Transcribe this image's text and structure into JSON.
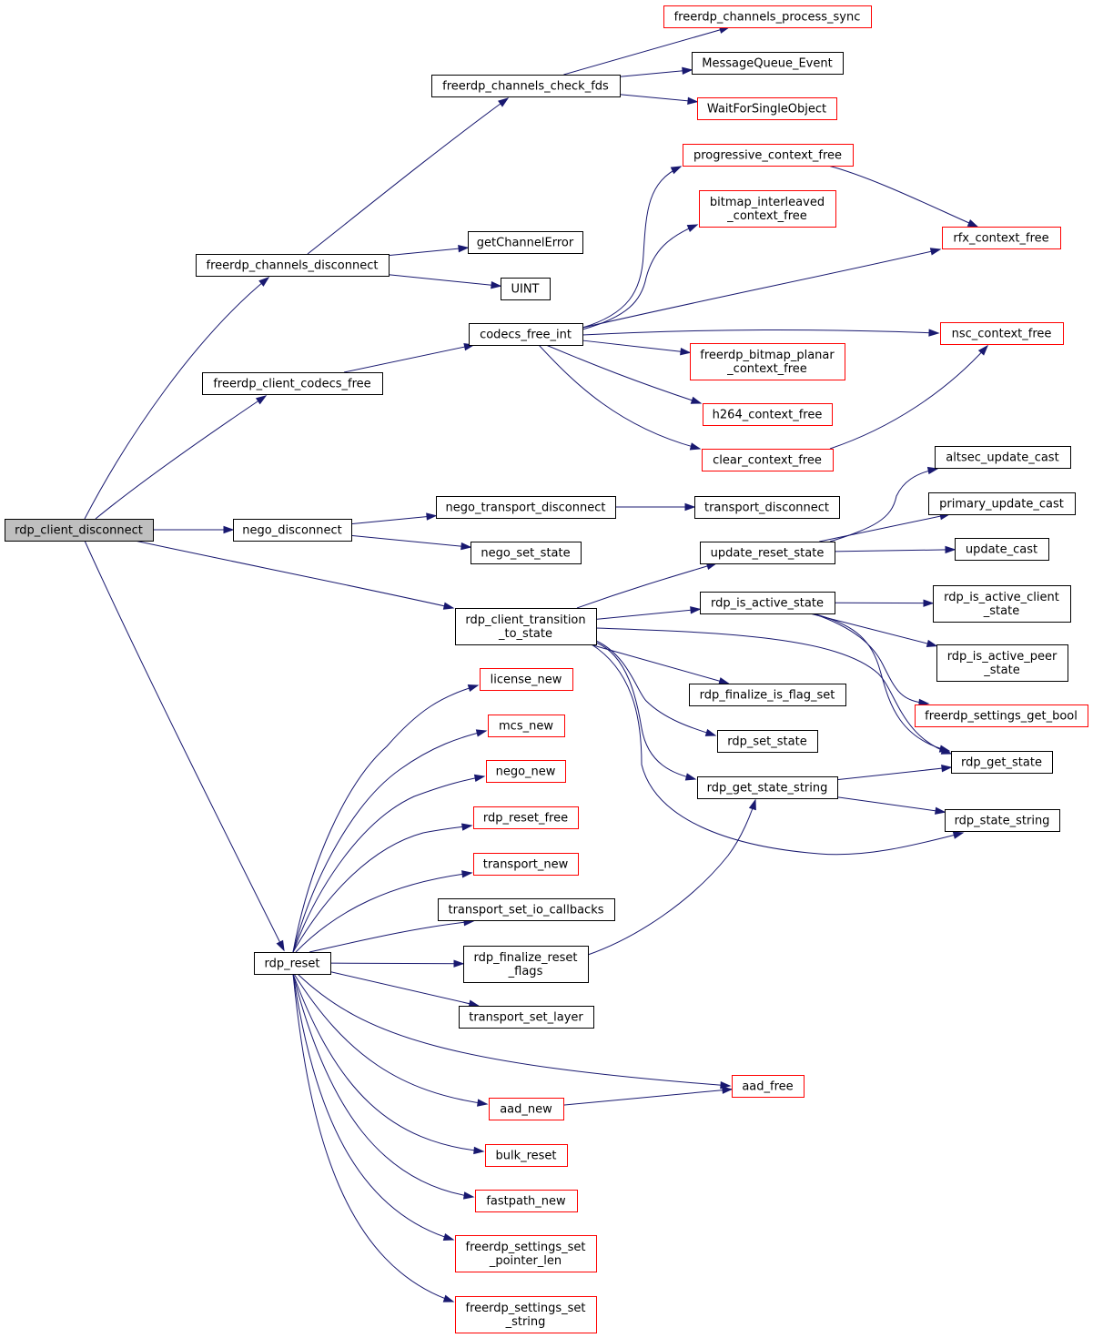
{
  "colors": {
    "edge": "#191970",
    "node_border": "#000000",
    "truncated_border": "#ff0000",
    "root_fill": "#bfbfbf",
    "background": "#ffffff"
  },
  "nodes": [
    {
      "id": "rdp_client_disconnect",
      "lines": [
        "rdp_client_disconnect"
      ],
      "style": "root"
    },
    {
      "id": "freerdp_channels_disconnect",
      "lines": [
        "freerdp_channels_disconnect"
      ],
      "style": "normal"
    },
    {
      "id": "freerdp_client_codecs_free",
      "lines": [
        "freerdp_client_codecs_free"
      ],
      "style": "normal"
    },
    {
      "id": "nego_disconnect",
      "lines": [
        "nego_disconnect"
      ],
      "style": "normal"
    },
    {
      "id": "rdp_client_transition_to_state",
      "lines": [
        "rdp_client_transition",
        "_to_state"
      ],
      "style": "normal"
    },
    {
      "id": "rdp_reset",
      "lines": [
        "rdp_reset"
      ],
      "style": "normal"
    },
    {
      "id": "freerdp_channels_check_fds",
      "lines": [
        "freerdp_channels_check_fds"
      ],
      "style": "normal"
    },
    {
      "id": "getChannelError",
      "lines": [
        "getChannelError"
      ],
      "style": "normal"
    },
    {
      "id": "UINT",
      "lines": [
        "UINT"
      ],
      "style": "normal"
    },
    {
      "id": "freerdp_channels_process_sync",
      "lines": [
        "freerdp_channels_process_sync"
      ],
      "style": "truncated"
    },
    {
      "id": "MessageQueue_Event",
      "lines": [
        "MessageQueue_Event"
      ],
      "style": "normal"
    },
    {
      "id": "WaitForSingleObject",
      "lines": [
        "WaitForSingleObject"
      ],
      "style": "truncated"
    },
    {
      "id": "codecs_free_int",
      "lines": [
        "codecs_free_int"
      ],
      "style": "normal"
    },
    {
      "id": "progressive_context_free",
      "lines": [
        "progressive_context_free"
      ],
      "style": "truncated"
    },
    {
      "id": "bitmap_interleaved_context_free",
      "lines": [
        "bitmap_interleaved",
        "_context_free"
      ],
      "style": "truncated"
    },
    {
      "id": "rfx_context_free",
      "lines": [
        "rfx_context_free"
      ],
      "style": "truncated"
    },
    {
      "id": "nsc_context_free",
      "lines": [
        "nsc_context_free"
      ],
      "style": "truncated"
    },
    {
      "id": "freerdp_bitmap_planar_context_free",
      "lines": [
        "freerdp_bitmap_planar",
        "_context_free"
      ],
      "style": "truncated"
    },
    {
      "id": "h264_context_free",
      "lines": [
        "h264_context_free"
      ],
      "style": "truncated"
    },
    {
      "id": "clear_context_free",
      "lines": [
        "clear_context_free"
      ],
      "style": "truncated"
    },
    {
      "id": "nego_transport_disconnect",
      "lines": [
        "nego_transport_disconnect"
      ],
      "style": "normal"
    },
    {
      "id": "transport_disconnect",
      "lines": [
        "transport_disconnect"
      ],
      "style": "normal"
    },
    {
      "id": "nego_set_state",
      "lines": [
        "nego_set_state"
      ],
      "style": "normal"
    },
    {
      "id": "update_reset_state",
      "lines": [
        "update_reset_state"
      ],
      "style": "normal"
    },
    {
      "id": "altsec_update_cast",
      "lines": [
        "altsec_update_cast"
      ],
      "style": "normal"
    },
    {
      "id": "primary_update_cast",
      "lines": [
        "primary_update_cast"
      ],
      "style": "normal"
    },
    {
      "id": "update_cast",
      "lines": [
        "update_cast"
      ],
      "style": "normal"
    },
    {
      "id": "rdp_is_active_state",
      "lines": [
        "rdp_is_active_state"
      ],
      "style": "normal"
    },
    {
      "id": "rdp_is_active_client_state",
      "lines": [
        "rdp_is_active_client",
        "_state"
      ],
      "style": "normal"
    },
    {
      "id": "rdp_is_active_peer_state",
      "lines": [
        "rdp_is_active_peer",
        "_state"
      ],
      "style": "normal"
    },
    {
      "id": "freerdp_settings_get_bool",
      "lines": [
        "freerdp_settings_get_bool"
      ],
      "style": "truncated"
    },
    {
      "id": "rdp_get_state",
      "lines": [
        "rdp_get_state"
      ],
      "style": "normal"
    },
    {
      "id": "rdp_finalize_is_flag_set",
      "lines": [
        "rdp_finalize_is_flag_set"
      ],
      "style": "normal"
    },
    {
      "id": "rdp_set_state",
      "lines": [
        "rdp_set_state"
      ],
      "style": "normal"
    },
    {
      "id": "rdp_get_state_string",
      "lines": [
        "rdp_get_state_string"
      ],
      "style": "normal"
    },
    {
      "id": "rdp_state_string",
      "lines": [
        "rdp_state_string"
      ],
      "style": "normal"
    },
    {
      "id": "license_new",
      "lines": [
        "license_new"
      ],
      "style": "truncated"
    },
    {
      "id": "mcs_new",
      "lines": [
        "mcs_new"
      ],
      "style": "truncated"
    },
    {
      "id": "nego_new",
      "lines": [
        "nego_new"
      ],
      "style": "truncated"
    },
    {
      "id": "rdp_reset_free",
      "lines": [
        "rdp_reset_free"
      ],
      "style": "truncated"
    },
    {
      "id": "transport_new",
      "lines": [
        "transport_new"
      ],
      "style": "truncated"
    },
    {
      "id": "transport_set_io_callbacks",
      "lines": [
        "transport_set_io_callbacks"
      ],
      "style": "normal"
    },
    {
      "id": "rdp_finalize_reset_flags",
      "lines": [
        "rdp_finalize_reset",
        "_flags"
      ],
      "style": "normal"
    },
    {
      "id": "transport_set_layer",
      "lines": [
        "transport_set_layer"
      ],
      "style": "normal"
    },
    {
      "id": "aad_free",
      "lines": [
        "aad_free"
      ],
      "style": "truncated"
    },
    {
      "id": "aad_new",
      "lines": [
        "aad_new"
      ],
      "style": "truncated"
    },
    {
      "id": "bulk_reset",
      "lines": [
        "bulk_reset"
      ],
      "style": "truncated"
    },
    {
      "id": "fastpath_new",
      "lines": [
        "fastpath_new"
      ],
      "style": "truncated"
    },
    {
      "id": "freerdp_settings_set_pointer_len",
      "lines": [
        "freerdp_settings_set",
        "_pointer_len"
      ],
      "style": "truncated"
    },
    {
      "id": "freerdp_settings_set_string",
      "lines": [
        "freerdp_settings_set",
        "_string"
      ],
      "style": "truncated"
    }
  ],
  "edges": [
    [
      "rdp_client_disconnect",
      "freerdp_channels_disconnect"
    ],
    [
      "rdp_client_disconnect",
      "freerdp_client_codecs_free"
    ],
    [
      "rdp_client_disconnect",
      "nego_disconnect"
    ],
    [
      "rdp_client_disconnect",
      "rdp_client_transition_to_state"
    ],
    [
      "rdp_client_disconnect",
      "rdp_reset"
    ],
    [
      "freerdp_channels_disconnect",
      "freerdp_channels_check_fds"
    ],
    [
      "freerdp_channels_disconnect",
      "getChannelError"
    ],
    [
      "freerdp_channels_disconnect",
      "UINT"
    ],
    [
      "freerdp_channels_check_fds",
      "freerdp_channels_process_sync"
    ],
    [
      "freerdp_channels_check_fds",
      "MessageQueue_Event"
    ],
    [
      "freerdp_channels_check_fds",
      "WaitForSingleObject"
    ],
    [
      "freerdp_client_codecs_free",
      "codecs_free_int"
    ],
    [
      "codecs_free_int",
      "progressive_context_free"
    ],
    [
      "codecs_free_int",
      "bitmap_interleaved_context_free"
    ],
    [
      "codecs_free_int",
      "rfx_context_free"
    ],
    [
      "codecs_free_int",
      "nsc_context_free"
    ],
    [
      "codecs_free_int",
      "freerdp_bitmap_planar_context_free"
    ],
    [
      "codecs_free_int",
      "h264_context_free"
    ],
    [
      "codecs_free_int",
      "clear_context_free"
    ],
    [
      "progressive_context_free",
      "rfx_context_free"
    ],
    [
      "clear_context_free",
      "nsc_context_free"
    ],
    [
      "nego_disconnect",
      "nego_transport_disconnect"
    ],
    [
      "nego_disconnect",
      "nego_set_state"
    ],
    [
      "nego_transport_disconnect",
      "transport_disconnect"
    ],
    [
      "rdp_client_transition_to_state",
      "update_reset_state"
    ],
    [
      "rdp_client_transition_to_state",
      "rdp_is_active_state"
    ],
    [
      "rdp_client_transition_to_state",
      "rdp_get_state"
    ],
    [
      "rdp_client_transition_to_state",
      "rdp_finalize_is_flag_set"
    ],
    [
      "rdp_client_transition_to_state",
      "rdp_set_state"
    ],
    [
      "rdp_client_transition_to_state",
      "rdp_get_state_string"
    ],
    [
      "rdp_client_transition_to_state",
      "rdp_state_string"
    ],
    [
      "update_reset_state",
      "altsec_update_cast"
    ],
    [
      "update_reset_state",
      "primary_update_cast"
    ],
    [
      "update_reset_state",
      "update_cast"
    ],
    [
      "rdp_is_active_state",
      "rdp_is_active_client_state"
    ],
    [
      "rdp_is_active_state",
      "rdp_is_active_peer_state"
    ],
    [
      "rdp_is_active_state",
      "freerdp_settings_get_bool"
    ],
    [
      "rdp_is_active_state",
      "rdp_get_state"
    ],
    [
      "rdp_get_state_string",
      "rdp_get_state"
    ],
    [
      "rdp_get_state_string",
      "rdp_state_string"
    ],
    [
      "rdp_reset",
      "license_new"
    ],
    [
      "rdp_reset",
      "mcs_new"
    ],
    [
      "rdp_reset",
      "nego_new"
    ],
    [
      "rdp_reset",
      "rdp_reset_free"
    ],
    [
      "rdp_reset",
      "transport_new"
    ],
    [
      "rdp_reset",
      "transport_set_io_callbacks"
    ],
    [
      "rdp_reset",
      "rdp_finalize_reset_flags"
    ],
    [
      "rdp_reset",
      "transport_set_layer"
    ],
    [
      "rdp_reset",
      "aad_free"
    ],
    [
      "rdp_reset",
      "aad_new"
    ],
    [
      "rdp_reset",
      "bulk_reset"
    ],
    [
      "rdp_reset",
      "fastpath_new"
    ],
    [
      "rdp_reset",
      "freerdp_settings_set_pointer_len"
    ],
    [
      "rdp_reset",
      "freerdp_settings_set_string"
    ],
    [
      "rdp_finalize_reset_flags",
      "rdp_get_state_string"
    ],
    [
      "aad_new",
      "aad_free"
    ]
  ]
}
